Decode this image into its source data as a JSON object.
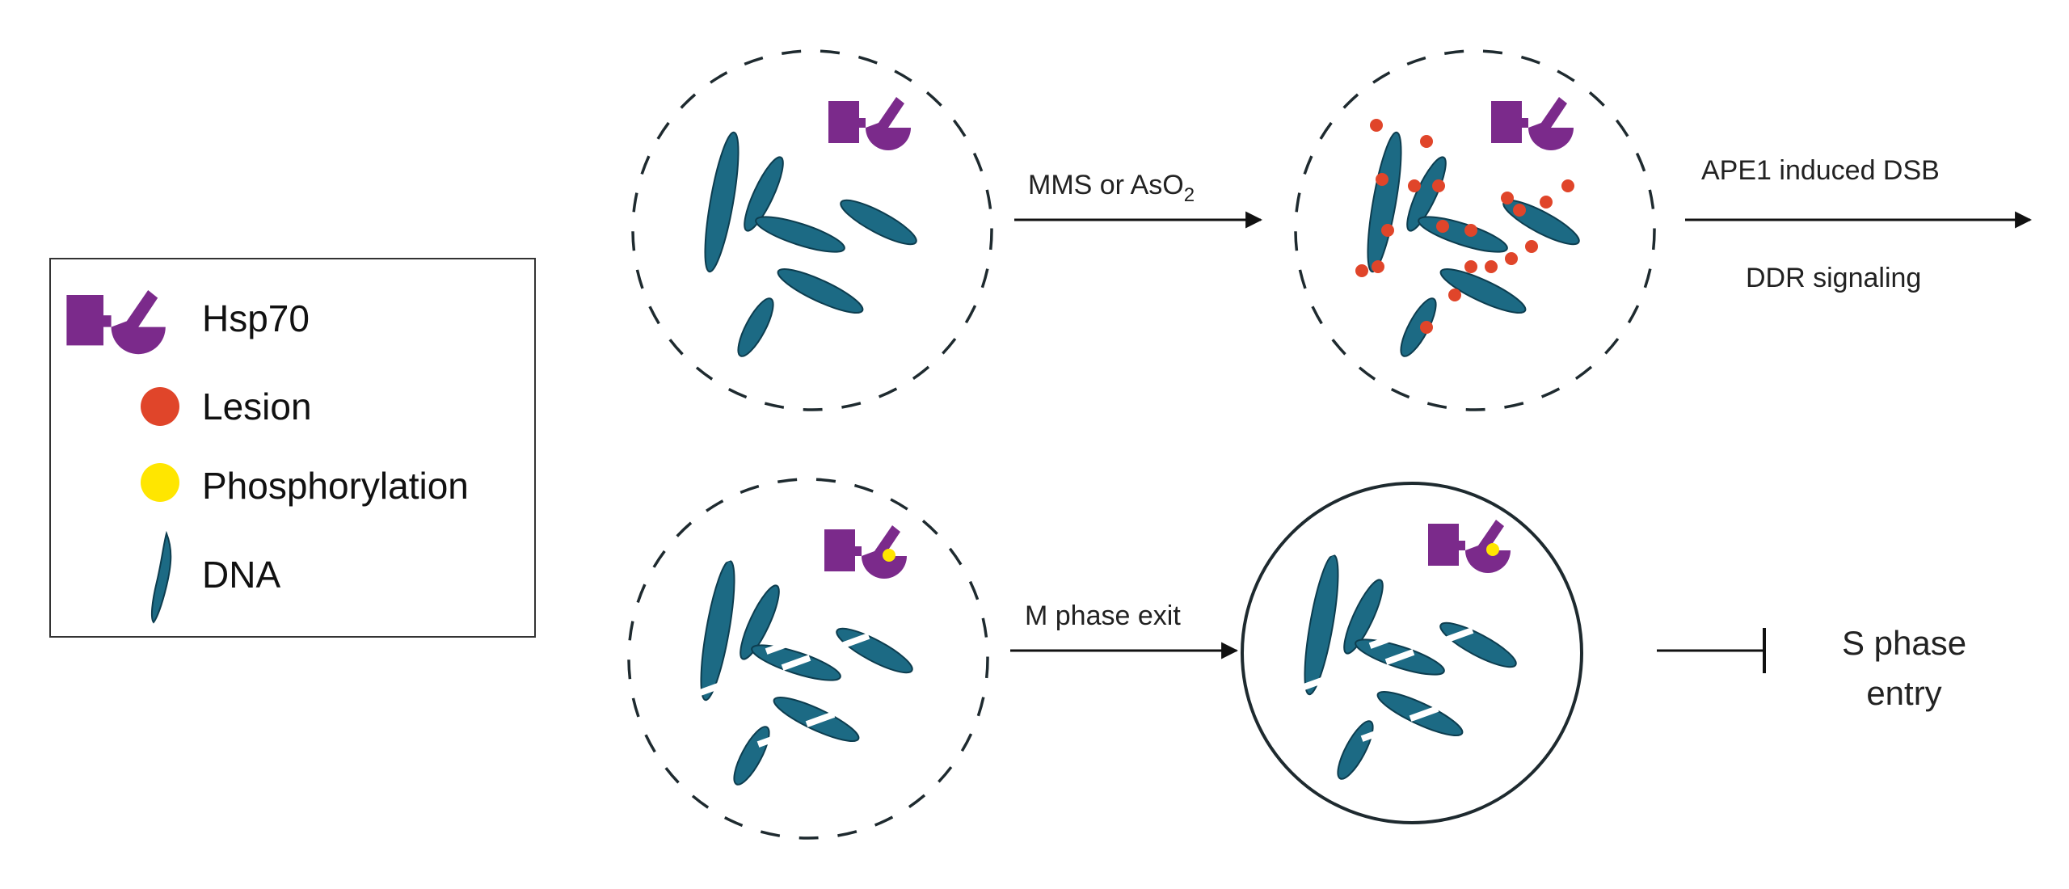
{
  "colors": {
    "hsp70": "#7b2a8b",
    "lesion": "#e0452a",
    "phosphorylation": "#ffe600",
    "dna": "#1c6a84",
    "dna_edge": "#0d3d4f",
    "outline": "#1e2a2f"
  },
  "legend": {
    "items": [
      {
        "icon": "hsp70-icon",
        "label": "Hsp70"
      },
      {
        "icon": "lesion-icon",
        "label": "Lesion"
      },
      {
        "icon": "phosphorylation-icon",
        "label": "Phosphorylation"
      },
      {
        "icon": "dna-icon",
        "label": "DNA"
      }
    ]
  },
  "arrows": {
    "treatment": {
      "label_main": "MMS or AsO",
      "label_sub": "2"
    },
    "dsb": {
      "label_top": "APE1 induced DSB",
      "label_bottom": "DDR signaling"
    },
    "m_phase": {
      "label": "M phase exit"
    },
    "s_phase": {
      "label_line1": "S phase",
      "label_line2": "entry"
    }
  },
  "cells": [
    {
      "name": "cell-untreated",
      "membrane": "dashed",
      "lesions": false,
      "breaks": false,
      "phosphorylated": false
    },
    {
      "name": "cell-damaged",
      "membrane": "dashed",
      "lesions": true,
      "breaks": false,
      "phosphorylated": false
    },
    {
      "name": "cell-dsb",
      "membrane": "dashed",
      "lesions": false,
      "breaks": true,
      "phosphorylated": true
    },
    {
      "name": "cell-g1-arrest",
      "membrane": "solid",
      "lesions": false,
      "breaks": true,
      "phosphorylated": true
    }
  ]
}
